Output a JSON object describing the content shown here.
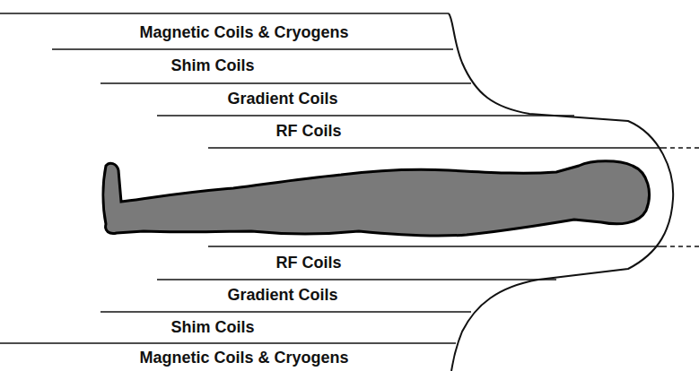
{
  "diagram": {
    "labels": [
      "Magnetic Coils & Cryogens",
      "Shim Coils",
      "Gradient Coils",
      "RF Coils",
      "RF Coils",
      "Gradient Coils",
      "Shim Coils",
      "Magnetic Coils & Cryogens"
    ]
  }
}
